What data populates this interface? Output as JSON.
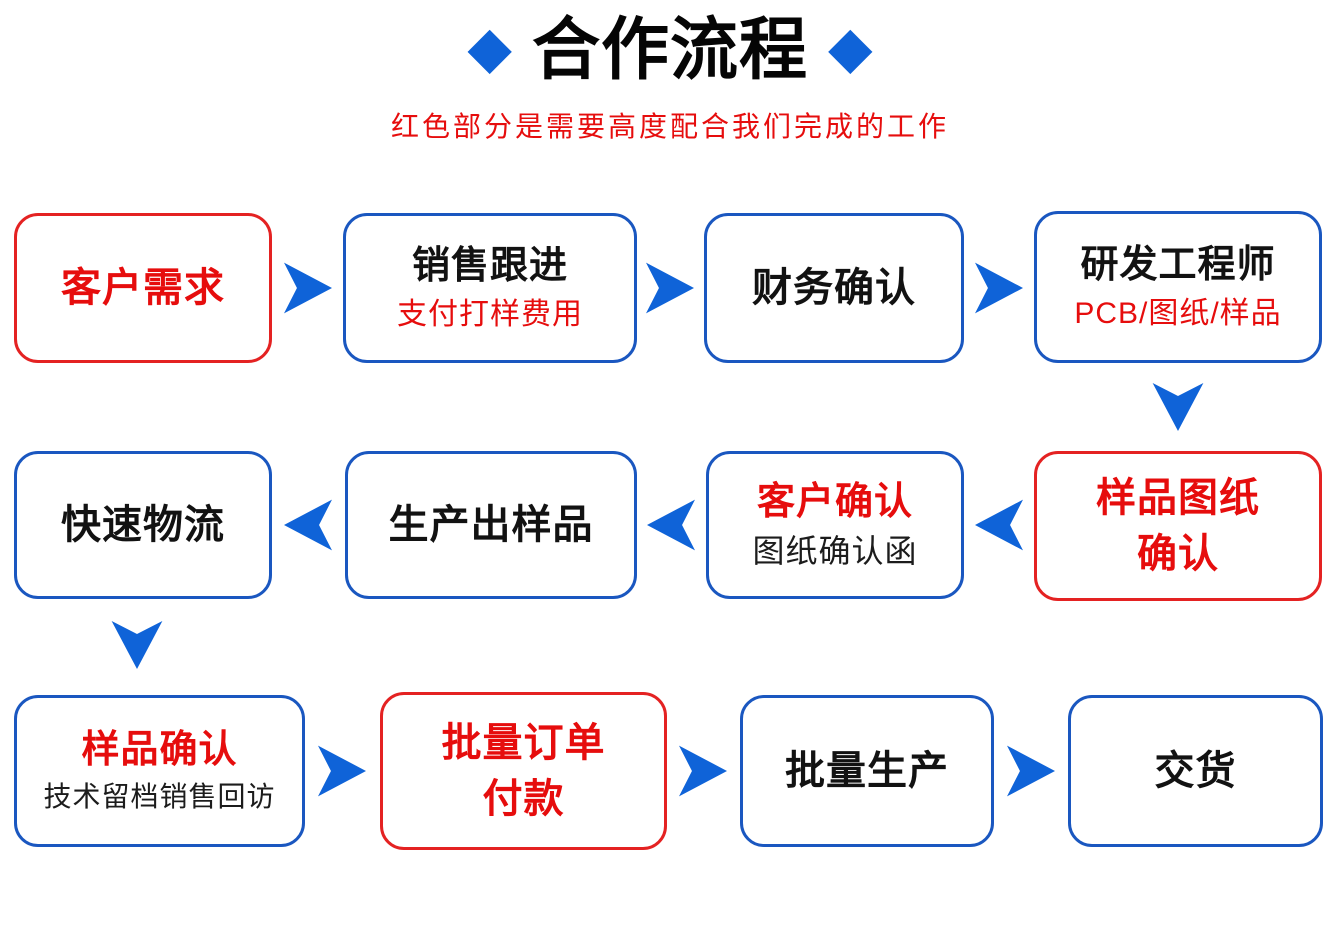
{
  "header": {
    "title": "合作流程",
    "subtitle": "红色部分是需要高度配合我们完成的工作",
    "diamond": "◆"
  },
  "colors": {
    "accent_blue": "#0f63d8",
    "border_blue": "#1a57c0",
    "accent_red": "#e60d0d",
    "border_red": "#e42222",
    "text_black": "#121212"
  },
  "nodes": [
    {
      "id": "customer-demand",
      "title": "客户需求"
    },
    {
      "id": "sales-follow-up",
      "title": "销售跟进",
      "subtitle": "支付打样费用"
    },
    {
      "id": "finance-confirm",
      "title": "财务确认"
    },
    {
      "id": "rd-engineer",
      "title": "研发工程师",
      "subtitle": "PCB/图纸/样品"
    },
    {
      "id": "sample-drawing-confirm",
      "title": "样品图纸",
      "title2": "确认"
    },
    {
      "id": "customer-confirm",
      "title": "客户确认",
      "subtitle": "图纸确认函"
    },
    {
      "id": "produce-sample",
      "title": "生产出样品"
    },
    {
      "id": "fast-logistics",
      "title": "快速物流"
    },
    {
      "id": "sample-confirm",
      "title": "样品确认",
      "subtitle": "技术留档销售回访"
    },
    {
      "id": "bulk-order-payment",
      "title": "批量订单",
      "title2": "付款"
    },
    {
      "id": "bulk-production",
      "title": "批量生产"
    },
    {
      "id": "delivery",
      "title": "交货"
    }
  ]
}
